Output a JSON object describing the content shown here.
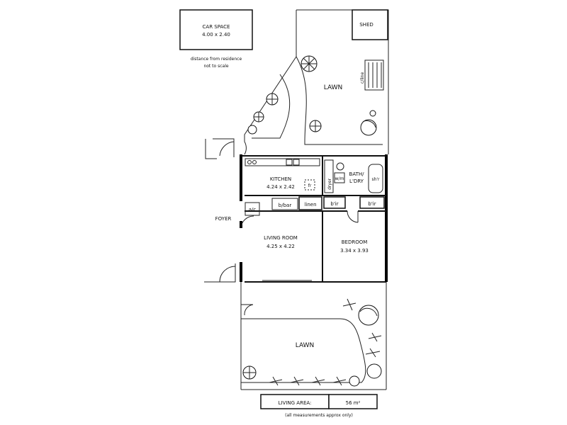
{
  "car_space": {
    "title": "CAR SPACE",
    "dims": "4.00 x 2.40"
  },
  "car_note": {
    "line1": "distance from residence",
    "line2": "not to scale"
  },
  "shed": "SHED",
  "clothes_line": "c/line",
  "lawn_top": "LAWN",
  "lawn_bottom": "LAWN",
  "kitchen": {
    "name": "KITCHEN",
    "dims": "4.24 x 2.42",
    "fridge": "fr"
  },
  "bath": {
    "name": "BATH/",
    "name2": "L'DRY",
    "wm": "w/m",
    "dryer": "dryer",
    "shower": "sh'r"
  },
  "bbar": "b/bar",
  "linen": "linen",
  "ac": "a/c",
  "bir_left": "b'ir",
  "bir_right": "b'ir",
  "foyer": "FOYER",
  "living": {
    "name": "LIVING ROOM",
    "dims": "4.25 x 4.22"
  },
  "bedroom": {
    "name": "BEDROOM",
    "dims": "3.34 x 3.93"
  },
  "living_area": {
    "label": "LIVING AREA:",
    "value": "56 m²",
    "note": "(all measurements approx only)"
  }
}
